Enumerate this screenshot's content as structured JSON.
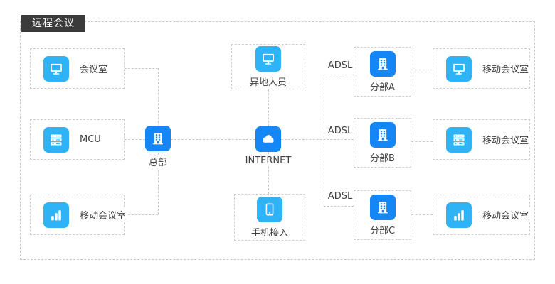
{
  "title": "远程会议",
  "colors": {
    "icon_light_blue": "#2eb3f6",
    "icon_dark_blue": "#1486f6",
    "line_gray": "#c9c9c9",
    "title_bg": "#3b3b3b",
    "label_text": "#3f3f3f"
  },
  "left_nodes": [
    {
      "label": "会议室",
      "icon": "monitor-icon"
    },
    {
      "label": "MCU",
      "icon": "server-icon"
    },
    {
      "label": "移动会议室",
      "icon": "signal-bars-icon"
    }
  ],
  "hq": {
    "label": "总部",
    "icon": "building-icon"
  },
  "remote_user": {
    "label": "异地人员",
    "icon": "monitor-icon"
  },
  "internet": {
    "label": "INTERNET",
    "icon": "cloud-icon"
  },
  "phone_access": {
    "label": "手机接入",
    "icon": "smartphone-icon"
  },
  "adsl_links": [
    {
      "label": "ADSL"
    },
    {
      "label": "ADSL"
    },
    {
      "label": "ADSL"
    }
  ],
  "branches": [
    {
      "label": "分部A",
      "icon": "building-icon"
    },
    {
      "label": "分部B",
      "icon": "building-icon"
    },
    {
      "label": "分部C",
      "icon": "building-icon"
    }
  ],
  "right_nodes": [
    {
      "label": "移动会议室",
      "icon": "monitor-icon"
    },
    {
      "label": "移动会议室",
      "icon": "server-icon"
    },
    {
      "label": "移动会议室",
      "icon": "signal-bars-icon"
    }
  ]
}
